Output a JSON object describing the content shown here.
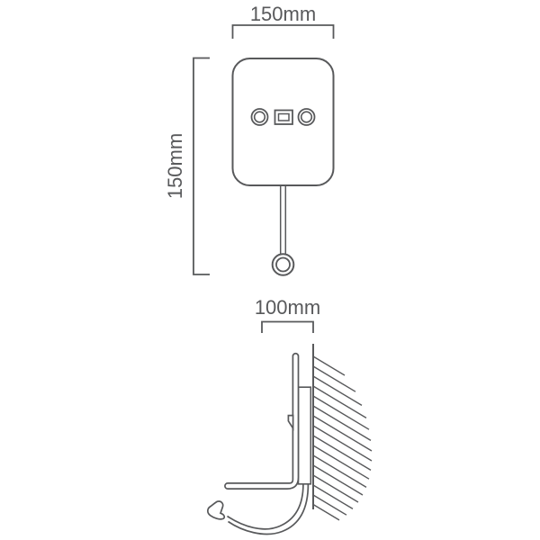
{
  "drawing": {
    "type": "product-dimension-diagram",
    "colors": {
      "line": "#58595b",
      "text": "#58595b",
      "background": "#ffffff"
    },
    "front_view": {
      "width_label": "150mm",
      "height_label": "150mm"
    },
    "side_view": {
      "depth_label": "100mm"
    }
  }
}
